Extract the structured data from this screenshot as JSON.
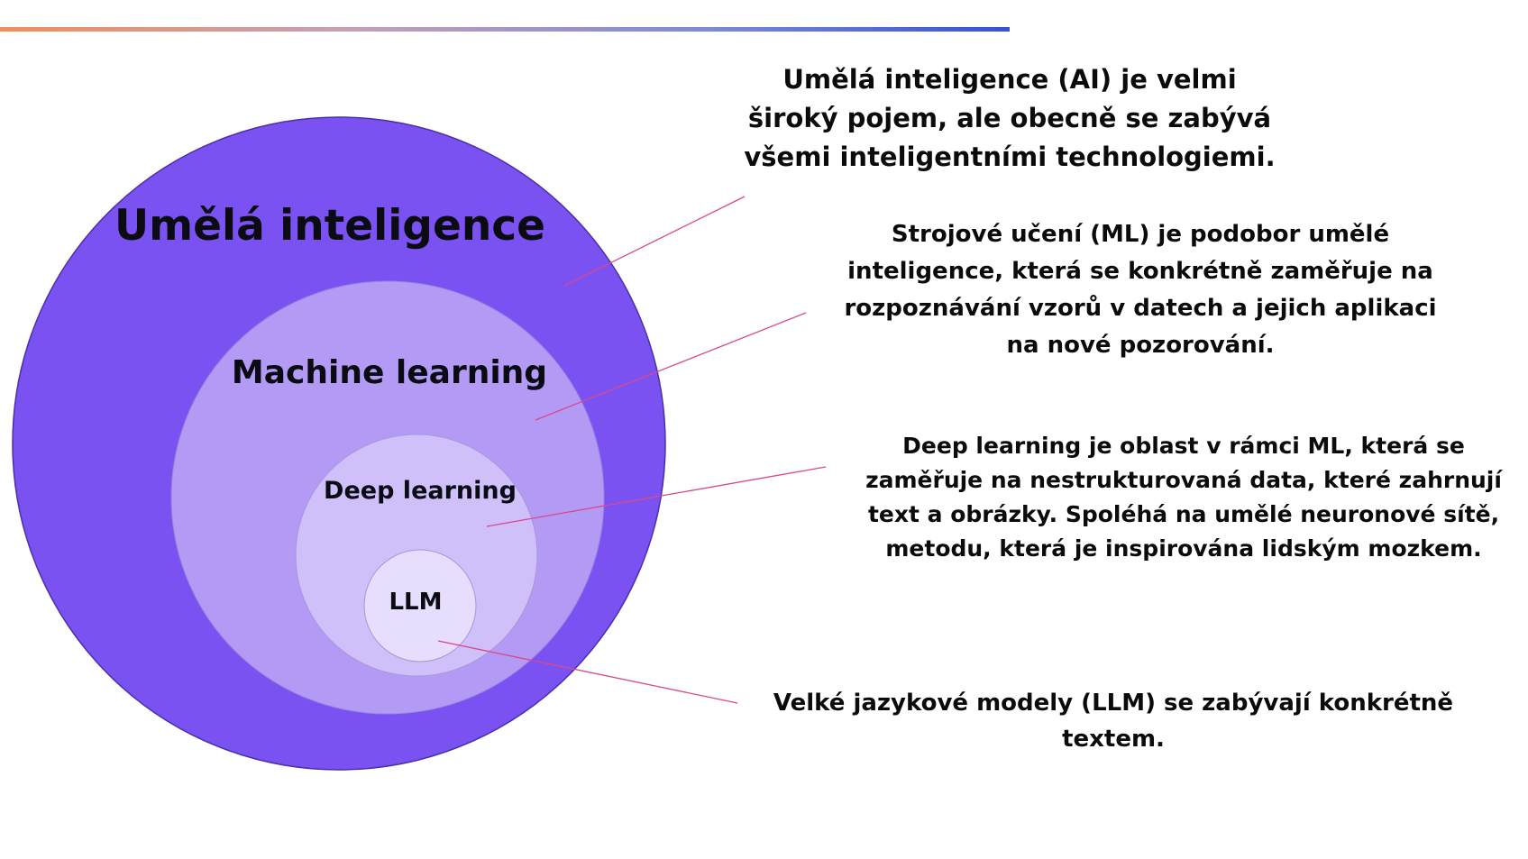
{
  "diagram": {
    "circles": {
      "ai": {
        "label": "Umělá inteligence",
        "color": "#7b52f2"
      },
      "ml": {
        "label": "Machine learning",
        "color": "#b29af5"
      },
      "dl": {
        "label": "Deep learning",
        "color": "#cfc0fa"
      },
      "llm": {
        "label": "LLM",
        "color": "#e6defc"
      }
    },
    "descriptions": {
      "ai": "Umělá inteligence (AI) je velmi široký pojem, ale obecně se zabývá všemi inteligentními technologiemi.",
      "ml": "Strojové učení (ML) je podobor umělé inteligence, která se konkrétně zaměřuje na rozpoznávání vzorů v datech a jejich aplikaci na nové pozorování.",
      "dl": "Deep learning je oblast v rámci ML, která se zaměřuje na nestrukturovaná data, které zahrnují text a obrázky. Spoléhá na umělé neuronové sítě, metodu, která je inspirována lidským mozkem.",
      "llm": "Velké jazykové modely (LLM) se zabývají konkrétně textem."
    },
    "connector_color": "#d9488a",
    "accent_gradient": [
      "#f0905a",
      "#3552d6"
    ]
  }
}
